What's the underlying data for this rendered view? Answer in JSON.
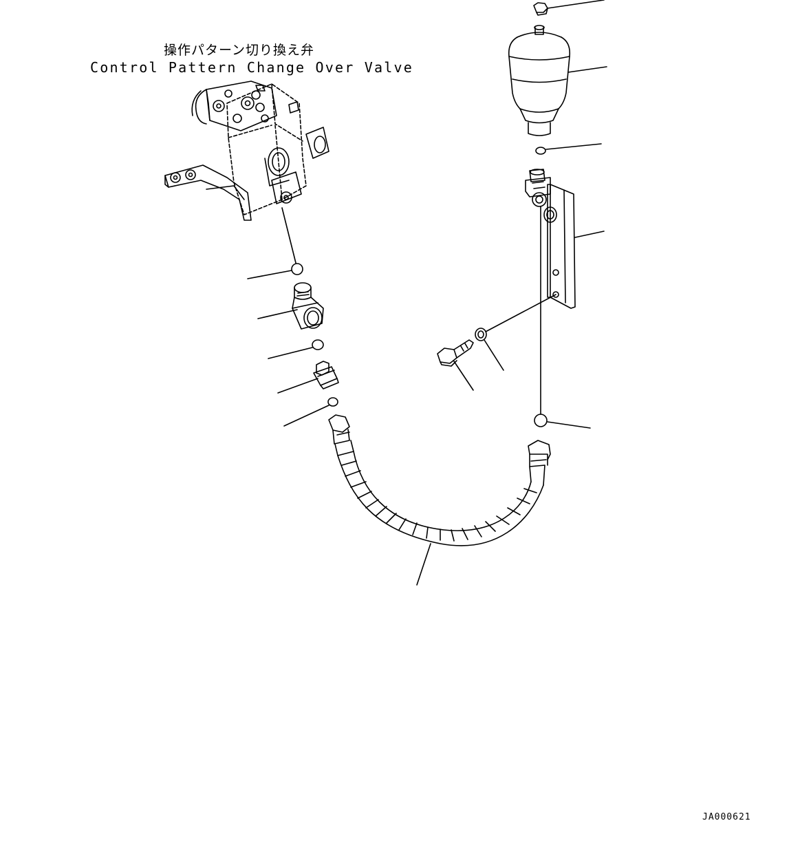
{
  "title": {
    "japanese": "操作パターン切り換え弁",
    "english": "Control Pattern Change Over Valve"
  },
  "drawing_id": "JA000621",
  "parts": [
    {
      "name": "control-pattern-change-over-valve"
    },
    {
      "name": "o-ring-upper-left"
    },
    {
      "name": "tee-fitting"
    },
    {
      "name": "o-ring-middle-left"
    },
    {
      "name": "elbow-adapter"
    },
    {
      "name": "o-ring-lower-left"
    },
    {
      "name": "hose"
    },
    {
      "name": "bolt"
    },
    {
      "name": "washer"
    },
    {
      "name": "bracket"
    },
    {
      "name": "accumulator"
    },
    {
      "name": "o-ring-accumulator"
    },
    {
      "name": "plug"
    },
    {
      "name": "o-ring-lower-right"
    }
  ],
  "colors": {
    "line": "#000000",
    "background": "#ffffff"
  }
}
